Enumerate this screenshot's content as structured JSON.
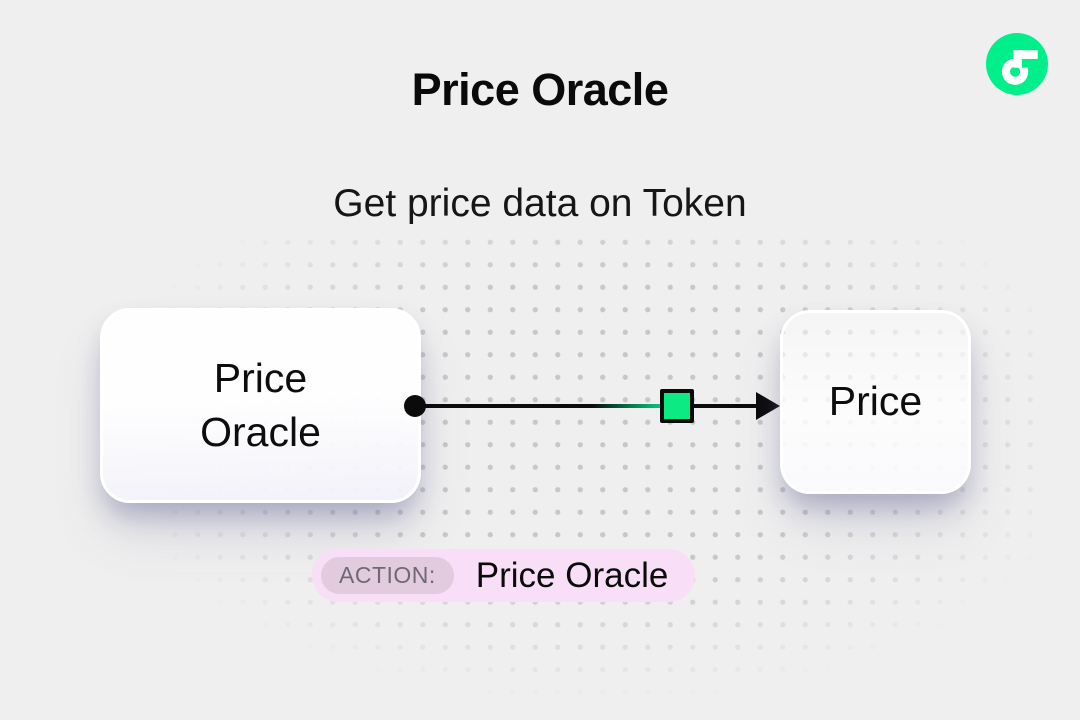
{
  "header": {
    "title": "Price Oracle",
    "subtitle": "Get price data on Token"
  },
  "logo": {
    "name": "Flow",
    "color": "#00EF8B"
  },
  "diagram": {
    "source_node": {
      "label": "Price\nOracle"
    },
    "target_node": {
      "label": "Price"
    },
    "connector": {
      "line_color": "#0B0B0B",
      "marker_color": "#0CEA84",
      "trail_color": "#00C97C"
    }
  },
  "action_badge": {
    "prefix": "ACTION:",
    "label": "Price Oracle",
    "badge_bg": "#F8DEF6",
    "prefix_bg": "#E2CADF"
  },
  "background": {
    "color": "#EFEFEF",
    "dot_color": "#C7C7C9"
  }
}
